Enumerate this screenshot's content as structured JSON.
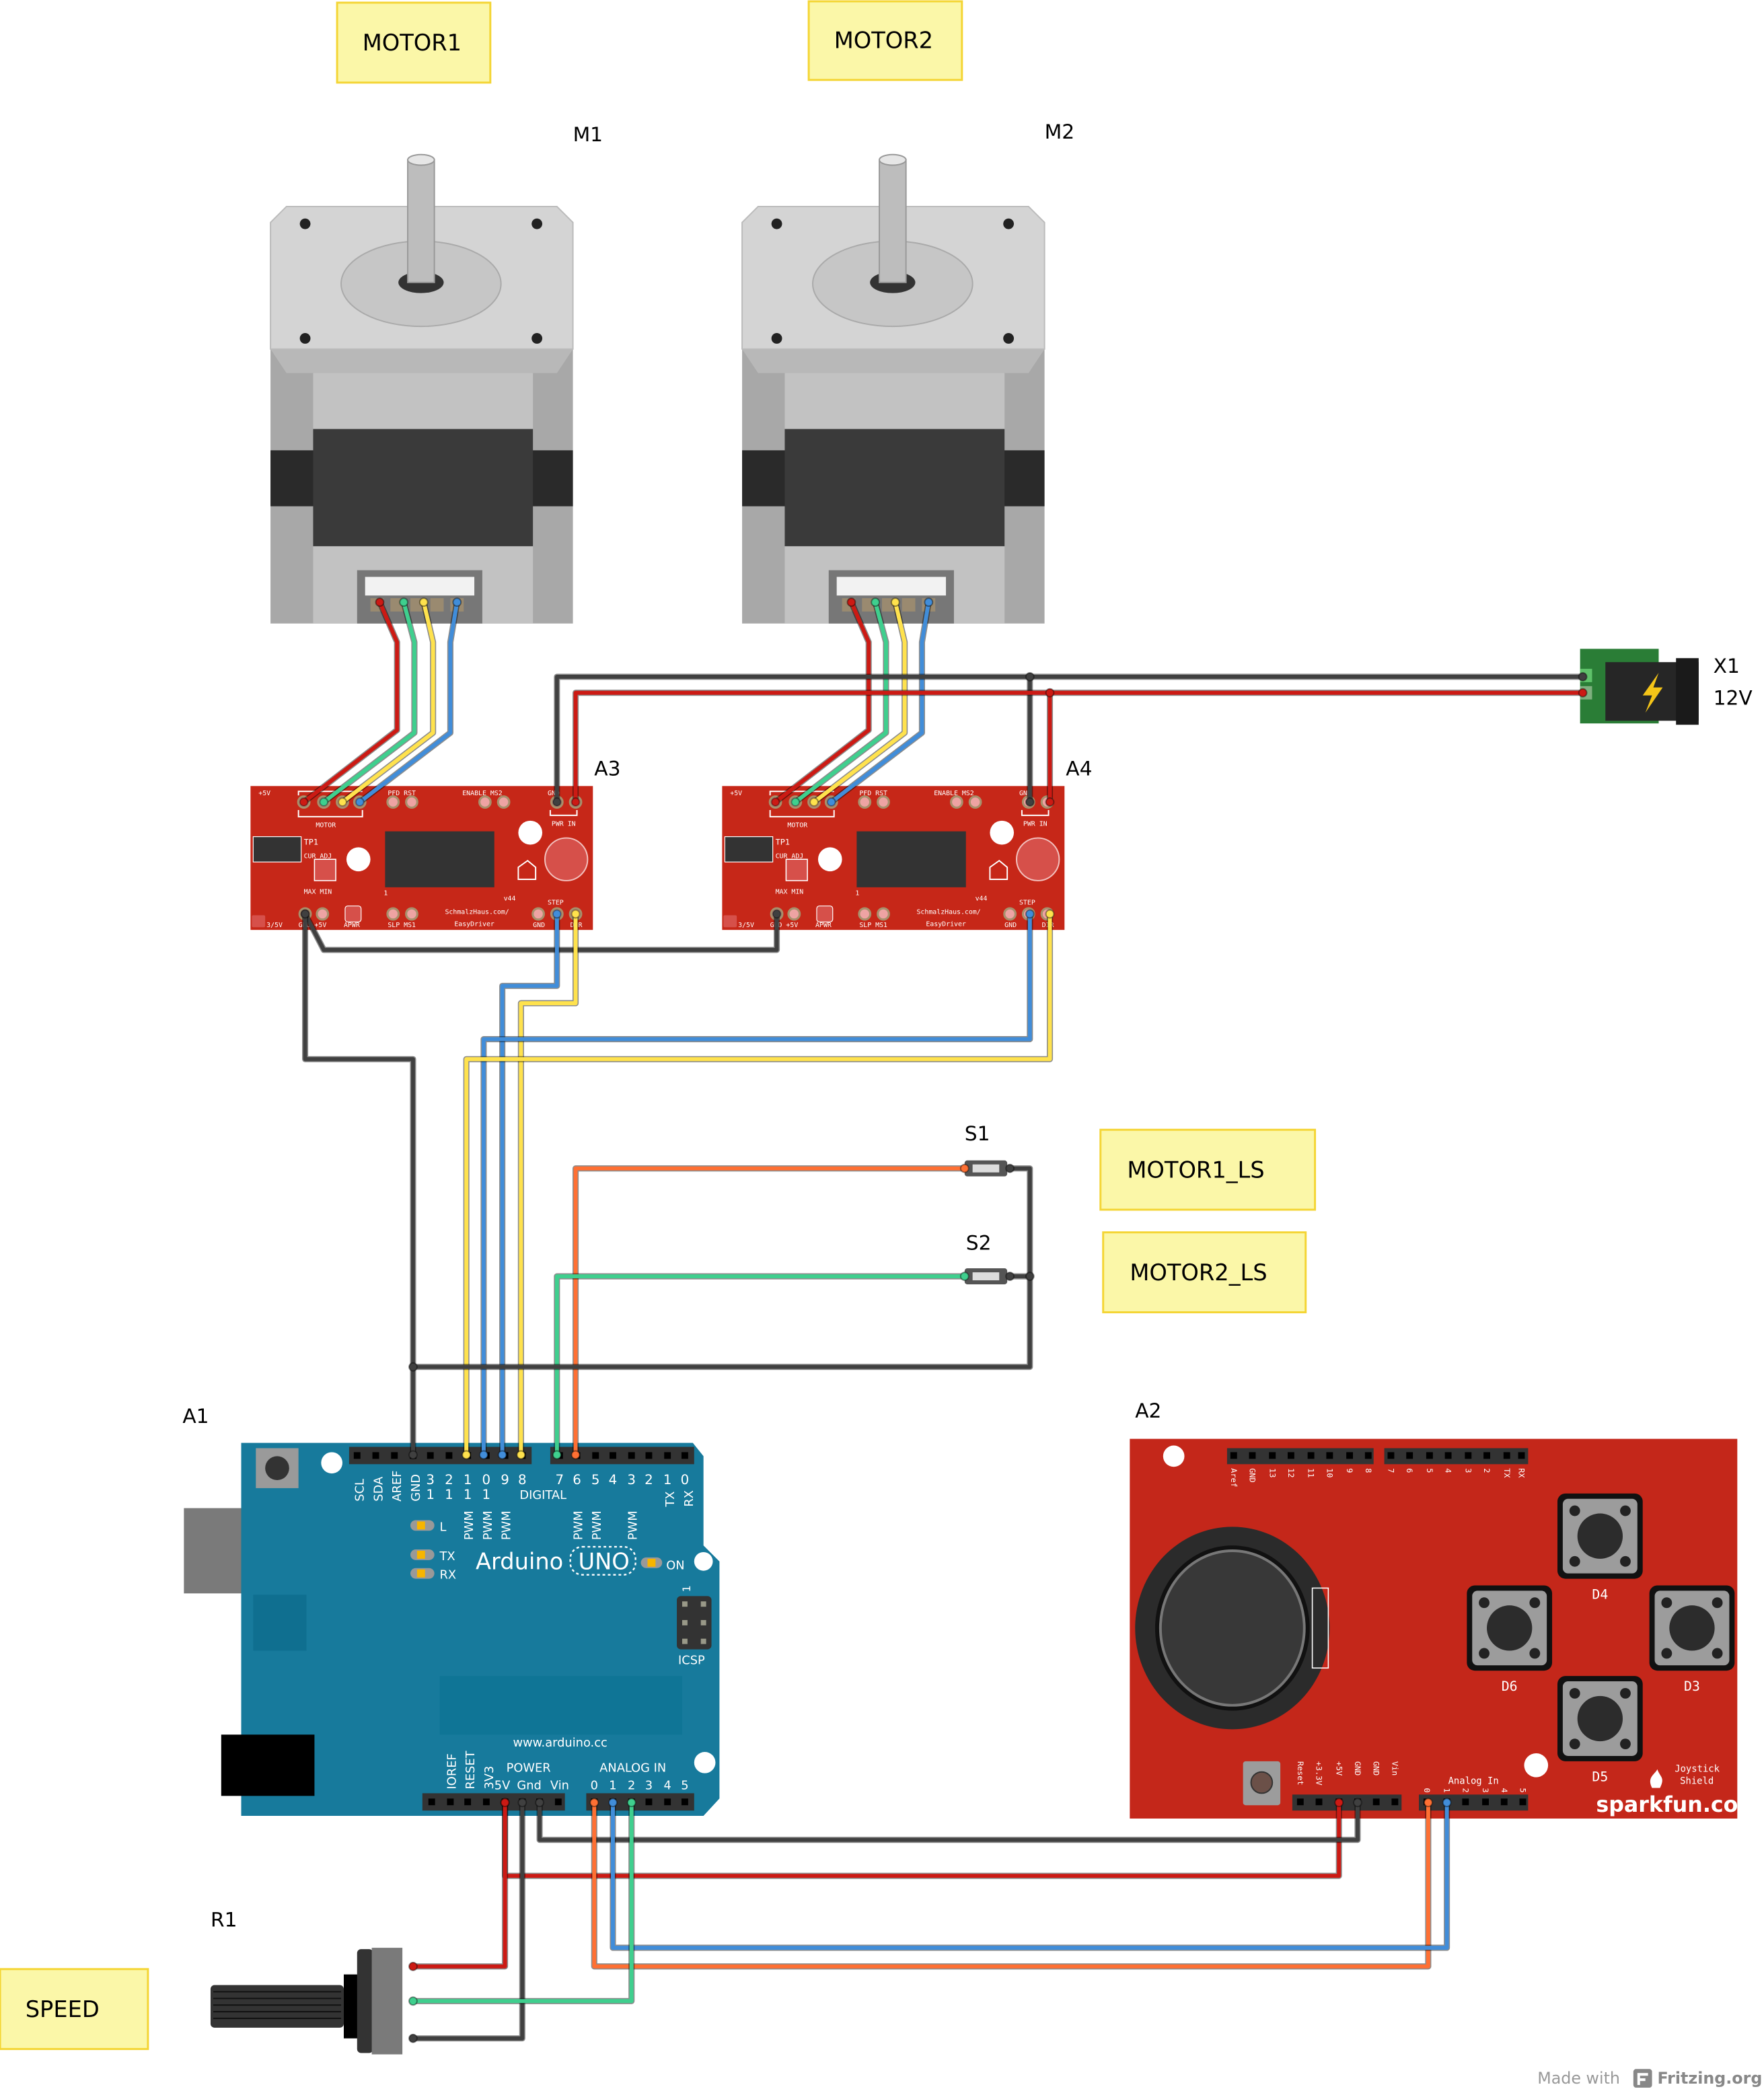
{
  "notes": {
    "motor1": "MOTOR1",
    "motor2": "MOTOR2",
    "motor1_ls": "MOTOR1_LS",
    "motor2_ls": "MOTOR2_LS",
    "speed": "SPEED"
  },
  "parts": {
    "m1": "M1",
    "m2": "M2",
    "a3": "A3",
    "a4": "A4",
    "x1": "X1",
    "x1_value": "12V",
    "s1": "S1",
    "s2": "S2",
    "a1": "A1",
    "a2": "A2",
    "r1": "R1"
  },
  "easydriver": {
    "top": {
      "v5": "+5V",
      "pfd_rst": "PFD RST",
      "enable_ms2": "ENABLE MS2",
      "gnd": "GND",
      "motor": "MOTOR",
      "pwr_in": "PWR IN"
    },
    "mid": {
      "tp1": "TP1",
      "cur_adj": "CUR  ADJ",
      "max_min": "MAX  MIN",
      "pin1": "1",
      "version": "v44",
      "step": "STEP"
    },
    "bottom": {
      "v35": "3/5V",
      "gnd": "GND",
      "v5": "+5V",
      "apwr": "APWR",
      "slp_ms1": "SLP MS1",
      "site": "SchmalzHaus.com/",
      "name": "EasyDriver",
      "gnd2": "GND",
      "dir": "DIR"
    }
  },
  "arduino": {
    "header_left_labels": [
      "SCL",
      "SDA",
      "AREF",
      "GND"
    ],
    "digital_high": [
      "3",
      "2",
      "1",
      "0",
      "9",
      "8"
    ],
    "digital_high_tens": [
      "1",
      "1",
      "1",
      "1"
    ],
    "digital_low": [
      "7",
      "6",
      "5",
      "4",
      "3",
      "2",
      "1",
      "0"
    ],
    "digital_label": "DIGITAL",
    "pwm": "PWM",
    "tx_rx_pins": [
      "TX",
      "RX"
    ],
    "led_l": "L",
    "led_tx": "TX",
    "led_rx": "RX",
    "led_on": "ON",
    "brand": "Arduino",
    "model": "UNO",
    "icsp": "ICSP",
    "icsp_pin1": "1",
    "website": "www.arduino.cc",
    "power_pins_rot": [
      "IOREF",
      "RESET",
      "3V3"
    ],
    "power_pins": [
      "5V",
      "Gnd",
      "Vin"
    ],
    "power_label": "POWER",
    "analog_label": "ANALOG IN",
    "analog_pins": [
      "0",
      "1",
      "2",
      "3",
      "4",
      "5"
    ]
  },
  "shield": {
    "top_left_pins": [
      "Aref",
      "GND",
      "13",
      "12",
      "11",
      "10",
      "9",
      "8"
    ],
    "top_right_pins": [
      "7",
      "6",
      "5",
      "4",
      "3",
      "2",
      "TX",
      "RX"
    ],
    "buttons": [
      "D4",
      "D6",
      "D3",
      "D5"
    ],
    "power_pins": [
      "Reset",
      "+3.3V",
      "+5V",
      "GND",
      "GND",
      "Vin"
    ],
    "analog_label": "Analog In",
    "analog_pins": [
      "0",
      "1",
      "2",
      "3",
      "4",
      "5"
    ],
    "product_line1": "Joystick",
    "product_line2": "Shield",
    "brand": "sparkfun.com"
  },
  "footer": {
    "made_with": "Made with",
    "brand": "Fritzing.org"
  },
  "colors": {
    "wire_red": "#cc1a14",
    "wire_black": "#404040",
    "wire_blue": "#418dd9",
    "wire_yellow": "#ffe24d",
    "wire_teal": "#3fcf8e",
    "wire_orange": "#ff7033",
    "arduino_board": "#177a9c",
    "sparkfun_board": "#c4271a",
    "easydriver_board": "#c62718",
    "note_fill": "#fbf7a8",
    "note_border": "#f4d535"
  }
}
